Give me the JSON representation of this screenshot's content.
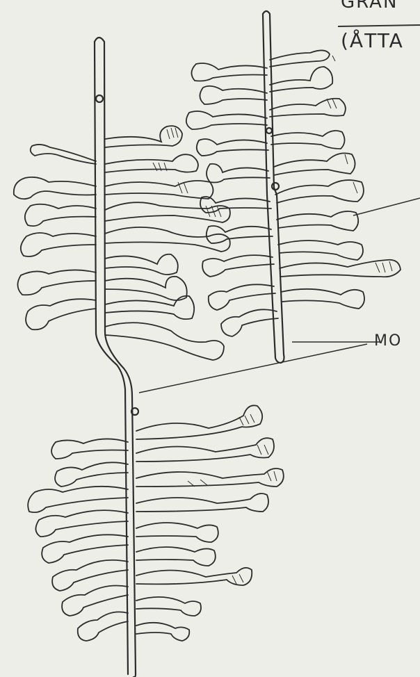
{
  "annotations": {
    "title_line1": "GRAN",
    "title_line2": "(ÅTTA",
    "mo_label": "MO"
  }
}
